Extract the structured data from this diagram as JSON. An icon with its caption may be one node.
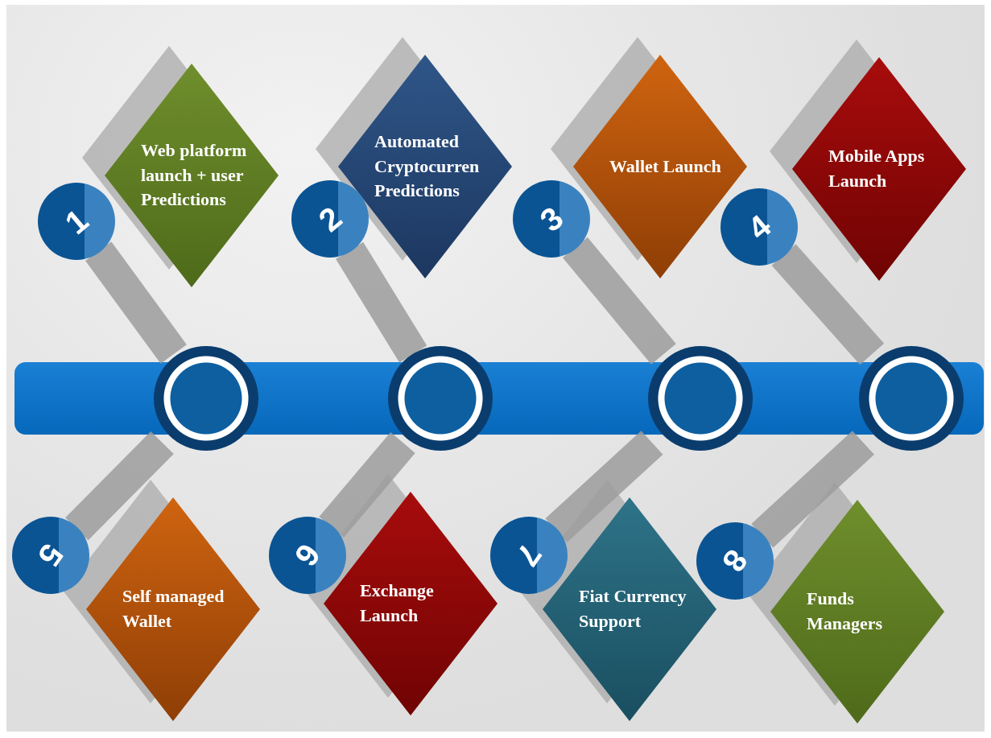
{
  "diagram": {
    "nodes": [
      {
        "text": [
          "Web platform launch + user Predictions"
        ]
      },
      {
        "text": [
          "Automated Cryptocurren Predictions"
        ]
      },
      {
        "text": [
          "Wallet Launch"
        ]
      },
      {
        "text": [
          "Mobile Apps Launch"
        ]
      },
      {
        "text": [
          "1"
        ]
      },
      {
        "text": [
          "2"
        ]
      },
      {
        "text": [
          "3"
        ]
      },
      {
        "text": [
          "4"
        ]
      },
      {
        "text": [],
        "shape": "circle"
      },
      {
        "text": [],
        "shape": "circle"
      },
      {
        "text": [],
        "shape": "circle"
      },
      {
        "text": [],
        "shape": "circle"
      },
      {
        "text": [
          "5"
        ]
      },
      {
        "text": [
          "6"
        ]
      },
      {
        "text": [
          "7"
        ]
      },
      {
        "text": [
          "8"
        ]
      },
      {
        "text": [
          "Self managed Wallet"
        ]
      },
      {
        "text": [
          "Exchange Launch"
        ]
      },
      {
        "text": [
          "Fiat Currency Support"
        ]
      },
      {
        "text": [
          "Funds Managers"
        ]
      },
      {
        "text": [],
        "shape": "bar"
      }
    ],
    "edges": [
      {
        "from": 4,
        "to": 8,
        "arrow": "none"
      },
      {
        "from": 5,
        "to": 9,
        "arrow": "none"
      },
      {
        "from": 6,
        "to": 10,
        "arrow": "none"
      },
      {
        "from": 7,
        "to": 11,
        "arrow": "none"
      },
      {
        "from": 12,
        "to": 8,
        "arrow": "none"
      },
      {
        "from": 13,
        "to": 9,
        "arrow": "none"
      },
      {
        "from": 14,
        "to": 10,
        "arrow": "none"
      },
      {
        "from": 15,
        "to": 11,
        "arrow": "none"
      }
    ]
  }
}
